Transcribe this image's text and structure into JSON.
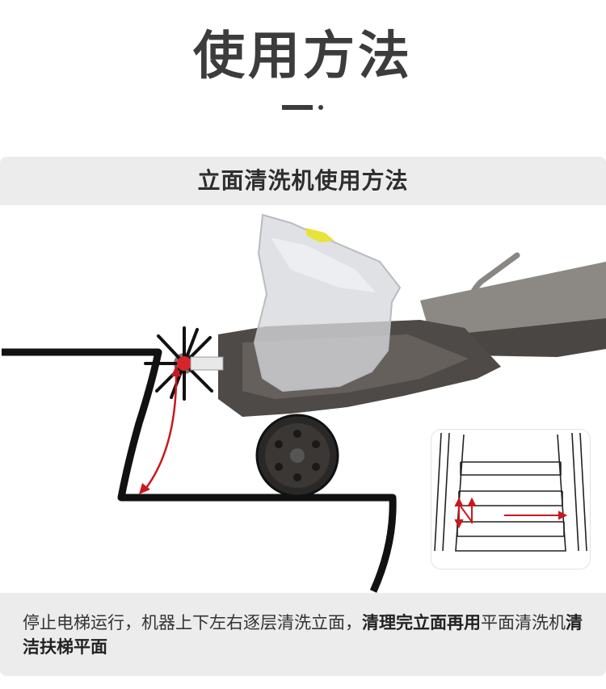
{
  "title": "使用方法",
  "section_title": "立面清洗机使用方法",
  "inset_icons": [
    "vertical-arrow-icon",
    "horizontal-arrow-icon"
  ],
  "colors": {
    "title": "#3c3c3c",
    "panel": "#ececec",
    "arrow": "#c8191e",
    "machine_body": "#5a5550",
    "handle_accent": "#e8e23a"
  },
  "caption": {
    "part1": "停止电梯运行，机器上下左右逐层清洗立面，",
    "part2": "清理完立面再用",
    "part3": "平面清洗机",
    "part4": "清洁扶梯平面"
  }
}
